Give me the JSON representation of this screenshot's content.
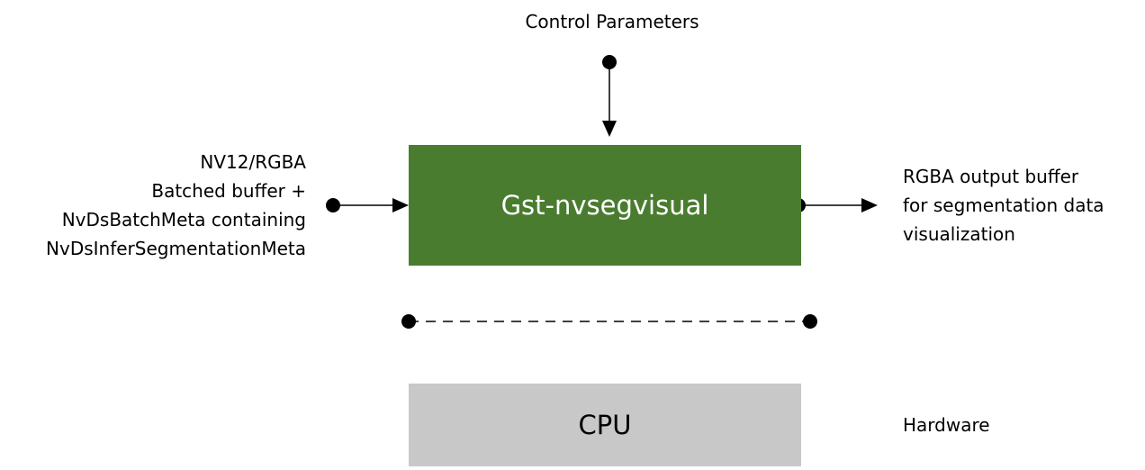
{
  "control_label": "Control Parameters",
  "input_lines": [
    "NV12/RGBA",
    "Batched buffer +",
    "NvDsBatchMeta containing",
    "NvDsInferSegmentationMeta"
  ],
  "plugin": {
    "label": "Gst-nvsegvisual",
    "fill": "#4a7c30",
    "text_color": "#ffffff"
  },
  "output_lines": [
    "RGBA output buffer",
    "for segmentation data",
    "visualization"
  ],
  "hardware": {
    "label": "Hardware",
    "box_label": "CPU",
    "fill": "#c8c8c8",
    "text_color": "#000000"
  }
}
